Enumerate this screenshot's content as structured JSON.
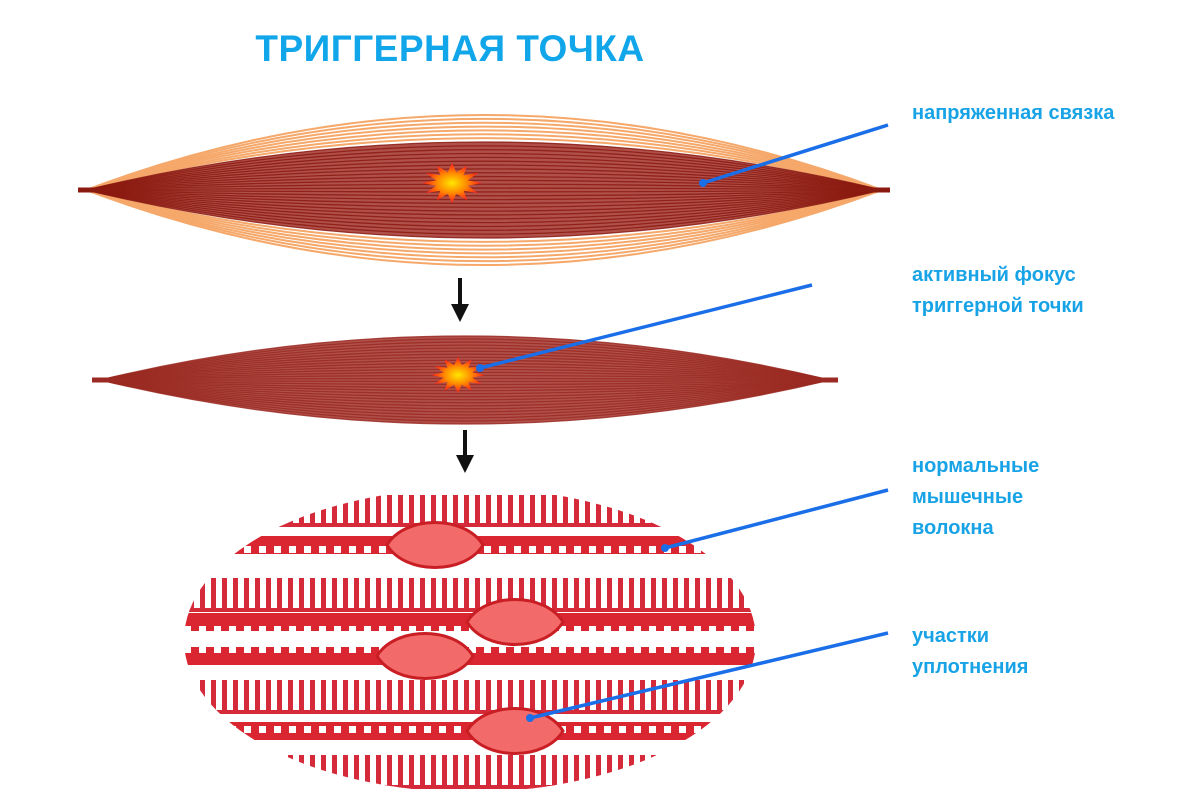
{
  "title": "ТРИГГЕРНАЯ ТОЧКА",
  "labels": {
    "taut_band": "напряженная связка",
    "active_focus": "активный фокус\nтриггерной точки",
    "normal_fibers": "нормальные\nмышечные\nволокна",
    "contraction_knots": "участки\nуплотнения"
  },
  "colors": {
    "title": "#11a6ea",
    "pointer": "#1a6ee8",
    "muscle_dark": "#8b1a10",
    "muscle_outer": "#f5a86a",
    "fiber": "#d92630",
    "knot_fill": "#f26a6a"
  }
}
